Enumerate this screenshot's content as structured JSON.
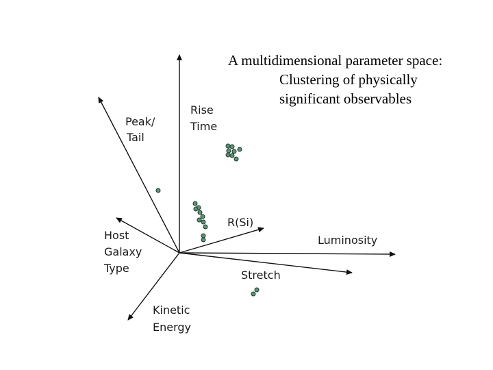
{
  "title": {
    "line1": "A multidimensional parameter space:",
    "line2": "Clustering of physically",
    "line3": "significant observables"
  },
  "axes": {
    "rise_time": [
      "Rise",
      "Time"
    ],
    "peak_tail": [
      "Peak/",
      "Tail"
    ],
    "host_galaxy_type": [
      "Host",
      "Galaxy",
      "Type"
    ],
    "kinetic_energy": [
      "Kinetic",
      "Energy"
    ],
    "r_si": "R(Si)",
    "luminosity": "Luminosity",
    "stretch": "Stretch"
  },
  "colors": {
    "axis": "#111111",
    "point_fill": "#5e9277",
    "point_stroke": "#1f3a2c"
  }
}
